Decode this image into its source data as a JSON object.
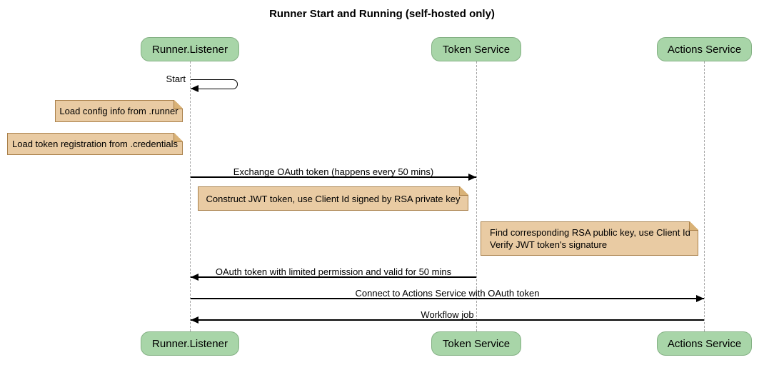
{
  "title": "Runner Start and Running (self-hosted only)",
  "participants": [
    {
      "label": "Runner.Listener"
    },
    {
      "label": "Token Service"
    },
    {
      "label": "Actions Service"
    }
  ],
  "messages": [
    {
      "label": "Start",
      "type": "self",
      "from": "Runner.Listener",
      "to": "Runner.Listener"
    },
    {
      "label": "Exchange OAuth token (happens every 50 mins)",
      "type": "arrow",
      "from": "Runner.Listener",
      "to": "Token Service"
    },
    {
      "label": "OAuth token with limited permission and valid for 50 mins",
      "type": "arrow",
      "from": "Token Service",
      "to": "Runner.Listener"
    },
    {
      "label": "Connect to Actions Service with OAuth token",
      "type": "arrow",
      "from": "Runner.Listener",
      "to": "Actions Service"
    },
    {
      "label": "Workflow job",
      "type": "arrow",
      "from": "Actions Service",
      "to": "Runner.Listener"
    }
  ],
  "notes": [
    {
      "lines": [
        "Load config info from .runner"
      ],
      "anchor": "Runner.Listener"
    },
    {
      "lines": [
        "Load token registration from .credentials"
      ],
      "anchor": "Runner.Listener"
    },
    {
      "lines": [
        "Construct JWT token, use Client Id signed by RSA private key"
      ],
      "anchor": "Runner.Listener"
    },
    {
      "lines": [
        "Find corresponding RSA public key, use Client Id",
        "Verify JWT token's signature"
      ],
      "anchor": "Token Service"
    }
  ],
  "colors": {
    "background": "#FFFFFF",
    "text": "#000000",
    "arrow": "#000000",
    "lifeline": "#A6A6A6",
    "participant_fill": "#A8D5A8",
    "participant_border": "#84B184",
    "note_fill": "#E9CBA3",
    "note_border": "#A9804A",
    "note_fold": "#D9B277"
  }
}
